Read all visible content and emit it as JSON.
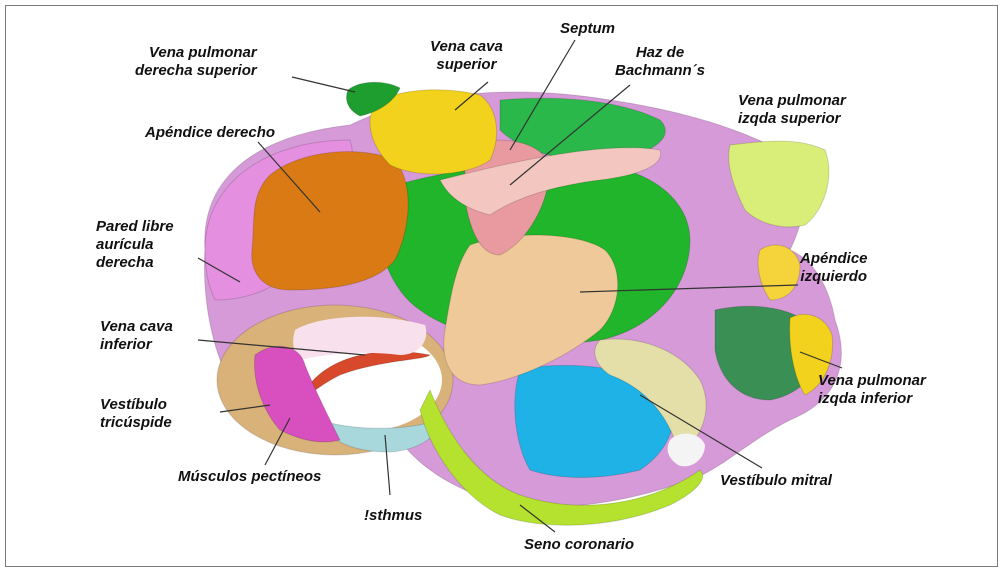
{
  "diagram": {
    "regions": {
      "vena_pulmonar_derecha_superior": {
        "color": "#1e9e2e"
      },
      "vena_cava_superior": {
        "color": "#f2d21c"
      },
      "septum": {
        "color": "#e89aa0"
      },
      "haz_de_bachmann": {
        "color": "#f3c7bf"
      },
      "vena_pulmonar_izqda_superior": {
        "color": "#d8ee78"
      },
      "apendice_derecho": {
        "color": "#d97a15"
      },
      "pared_libre_auricula_derecha": {
        "color": "#e58fe0"
      },
      "apendice_izquierdo": {
        "color": "#f5d33a"
      },
      "vena_cava_inferior": {
        "color": "#d8482a"
      },
      "vena_pulmonar_izqda_inferior": {
        "color": "#f2d21c"
      },
      "vestibulo_tricuspide": {
        "color": "#d9b27a"
      },
      "musculos_pectineos": {
        "color": "#d84fbf"
      },
      "isthmus": {
        "color": "#a9d8dc"
      },
      "seno_coronario": {
        "color": "#b5e22e"
      },
      "vestibulo_mitral": {
        "color": "#e4dfa8"
      },
      "posterior_wall": {
        "color": "#20b52a"
      },
      "left_atrial_wall": {
        "color": "#d69ad8"
      },
      "roof": {
        "color": "#2bb84a"
      },
      "center_region": {
        "color": "#f0c99a"
      },
      "blue_region": {
        "color": "#1fb2e6"
      },
      "lower_left_green": {
        "color": "#3a8f55"
      }
    },
    "labels": {
      "vena_pulmonar_derecha_superior": [
        "Vena pulmonar",
        "derecha superior"
      ],
      "vena_cava_superior": [
        "Vena cava",
        "superior"
      ],
      "septum": [
        "Septum"
      ],
      "haz_de_bachmann": [
        "Haz de",
        "Bachmann´s"
      ],
      "vena_pulmonar_izqda_superior": [
        "Vena pulmonar",
        "izqda superior"
      ],
      "apendice_derecho": [
        "Apéndice derecho"
      ],
      "pared_libre_auricula_derecha": [
        "Pared libre",
        "aurícula",
        "derecha"
      ],
      "apendice_izquierdo": [
        "Apéndice",
        "izquierdo"
      ],
      "vena_cava_inferior": [
        "Vena cava",
        "inferior"
      ],
      "vena_pulmonar_izqda_inferior": [
        "Vena pulmonar",
        "izqda inferior"
      ],
      "vestibulo_tricuspide": [
        "Vestíbulo",
        "tricúspide"
      ],
      "musculos_pectineos": [
        "Músculos pectíneos"
      ],
      "vestibulo_mitral": [
        "Vestíbulo mitral"
      ],
      "isthmus": [
        "!sthmus"
      ],
      "seno_coronario": [
        "Seno coronario"
      ]
    }
  }
}
